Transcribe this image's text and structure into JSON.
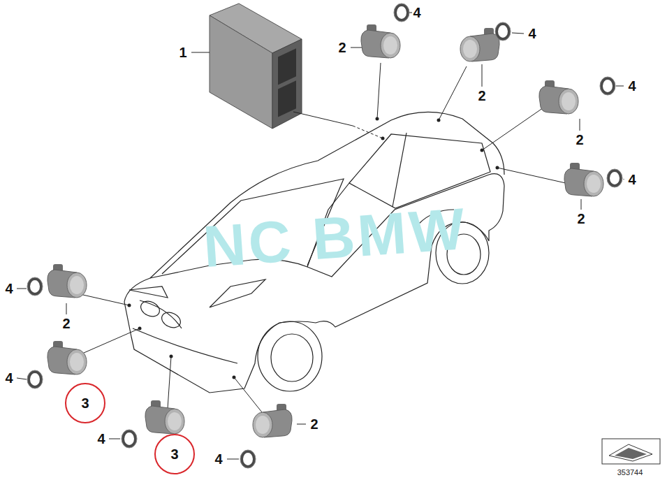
{
  "diagram": {
    "nodes": [
      {
        "text": [
          "3"
        ]
      },
      {
        "text": [
          "3"
        ]
      }
    ],
    "labels": [
      "1",
      "4",
      "2",
      "4",
      "2",
      "4",
      "2",
      "4",
      "2",
      "4",
      "2",
      "4",
      "4",
      "2",
      "4",
      "NC BMW",
      "353744"
    ]
  }
}
